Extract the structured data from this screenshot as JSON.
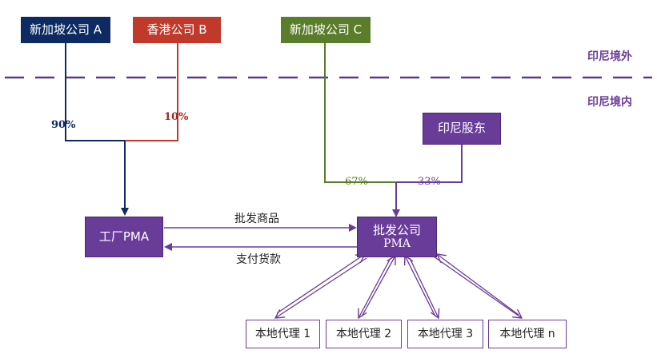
{
  "boxes": {
    "singapore_a": "新加坡公司 A",
    "hongkong_b": "香港公司 B",
    "singapore_c": "新加坡公司 C",
    "indo_shareholder": "印尼股东",
    "factory": "工厂PMA",
    "wholesale_line1": "批发公司",
    "wholesale_line2": "PMA",
    "agents": [
      "本地代理 1",
      "本地代理 2",
      "本地代理 3",
      "本地代理 n"
    ]
  },
  "regions": {
    "outside": "印尼境外",
    "inside": "印尼境内"
  },
  "percentages": {
    "a_factory": "90%",
    "b_factory": "10%",
    "c_wholesale": "67%",
    "indo_wholesale": "33%"
  },
  "flows": {
    "goods": "批发商品",
    "payment": "支付货款"
  },
  "colors": {
    "navy": "#0d2a63",
    "red": "#c0392b",
    "green": "#5a7d2b",
    "purple": "#6a3c9a"
  }
}
